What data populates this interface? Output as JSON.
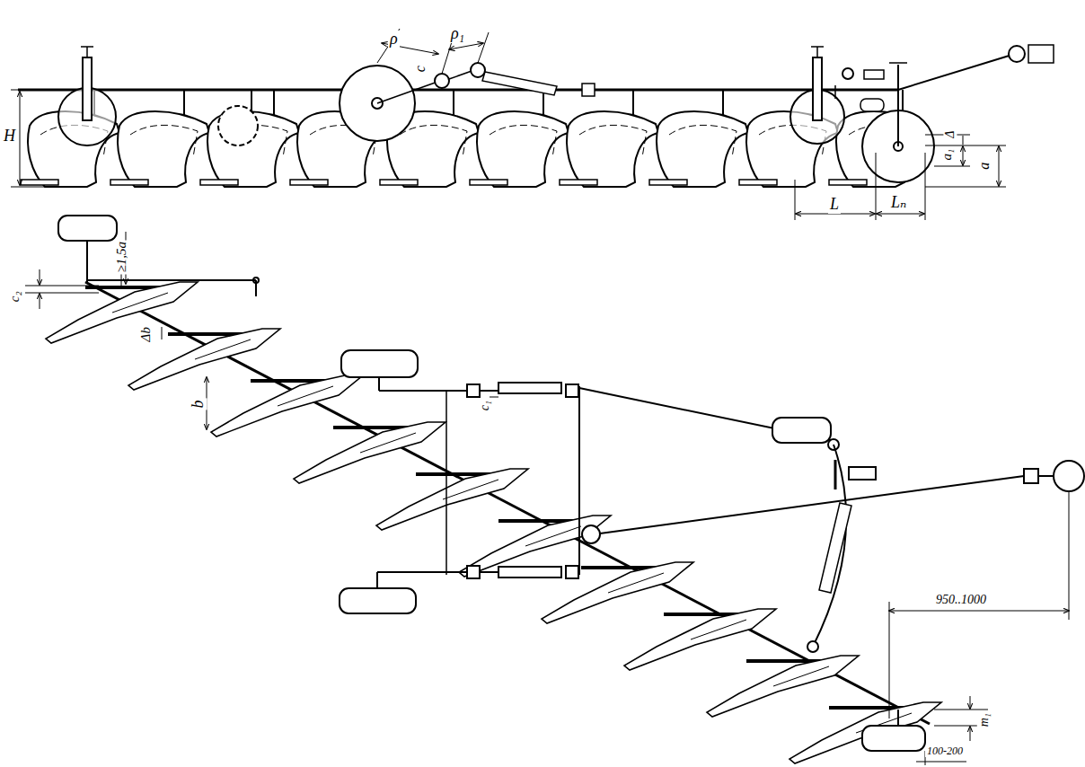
{
  "diagram": {
    "labels": [
      "H",
      "ρ",
      "ρ₁",
      "c",
      "Δ",
      "a₁",
      "a",
      "L",
      "Lₙ",
      "c₂",
      "≥1,5a",
      "Δb",
      "b",
      "c₁",
      "950..1000",
      "m₁",
      "100-200"
    ]
  }
}
